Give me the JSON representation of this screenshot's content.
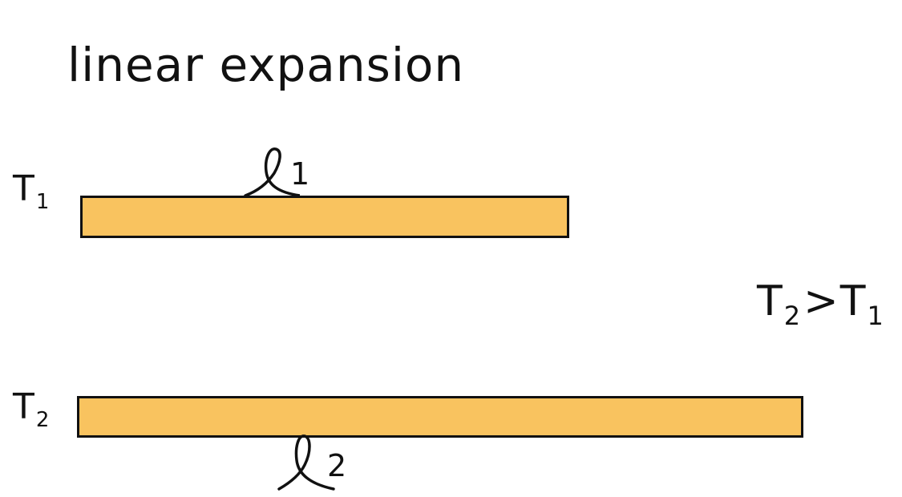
{
  "title": "linear expansion",
  "rod_top": {
    "temperature_symbol": "T",
    "temperature_subscript": "1",
    "length_symbol": "ℓ",
    "length_subscript": "1"
  },
  "rod_bottom": {
    "temperature_symbol": "T",
    "temperature_subscript": "2",
    "length_symbol": "ℓ",
    "length_subscript": "2"
  },
  "relation": {
    "left_symbol": "T",
    "left_subscript": "2",
    "operator": ">",
    "right_symbol": "T",
    "right_subscript": "1"
  },
  "colors": {
    "rod_fill": "#f9c35f",
    "outline": "#111111"
  }
}
